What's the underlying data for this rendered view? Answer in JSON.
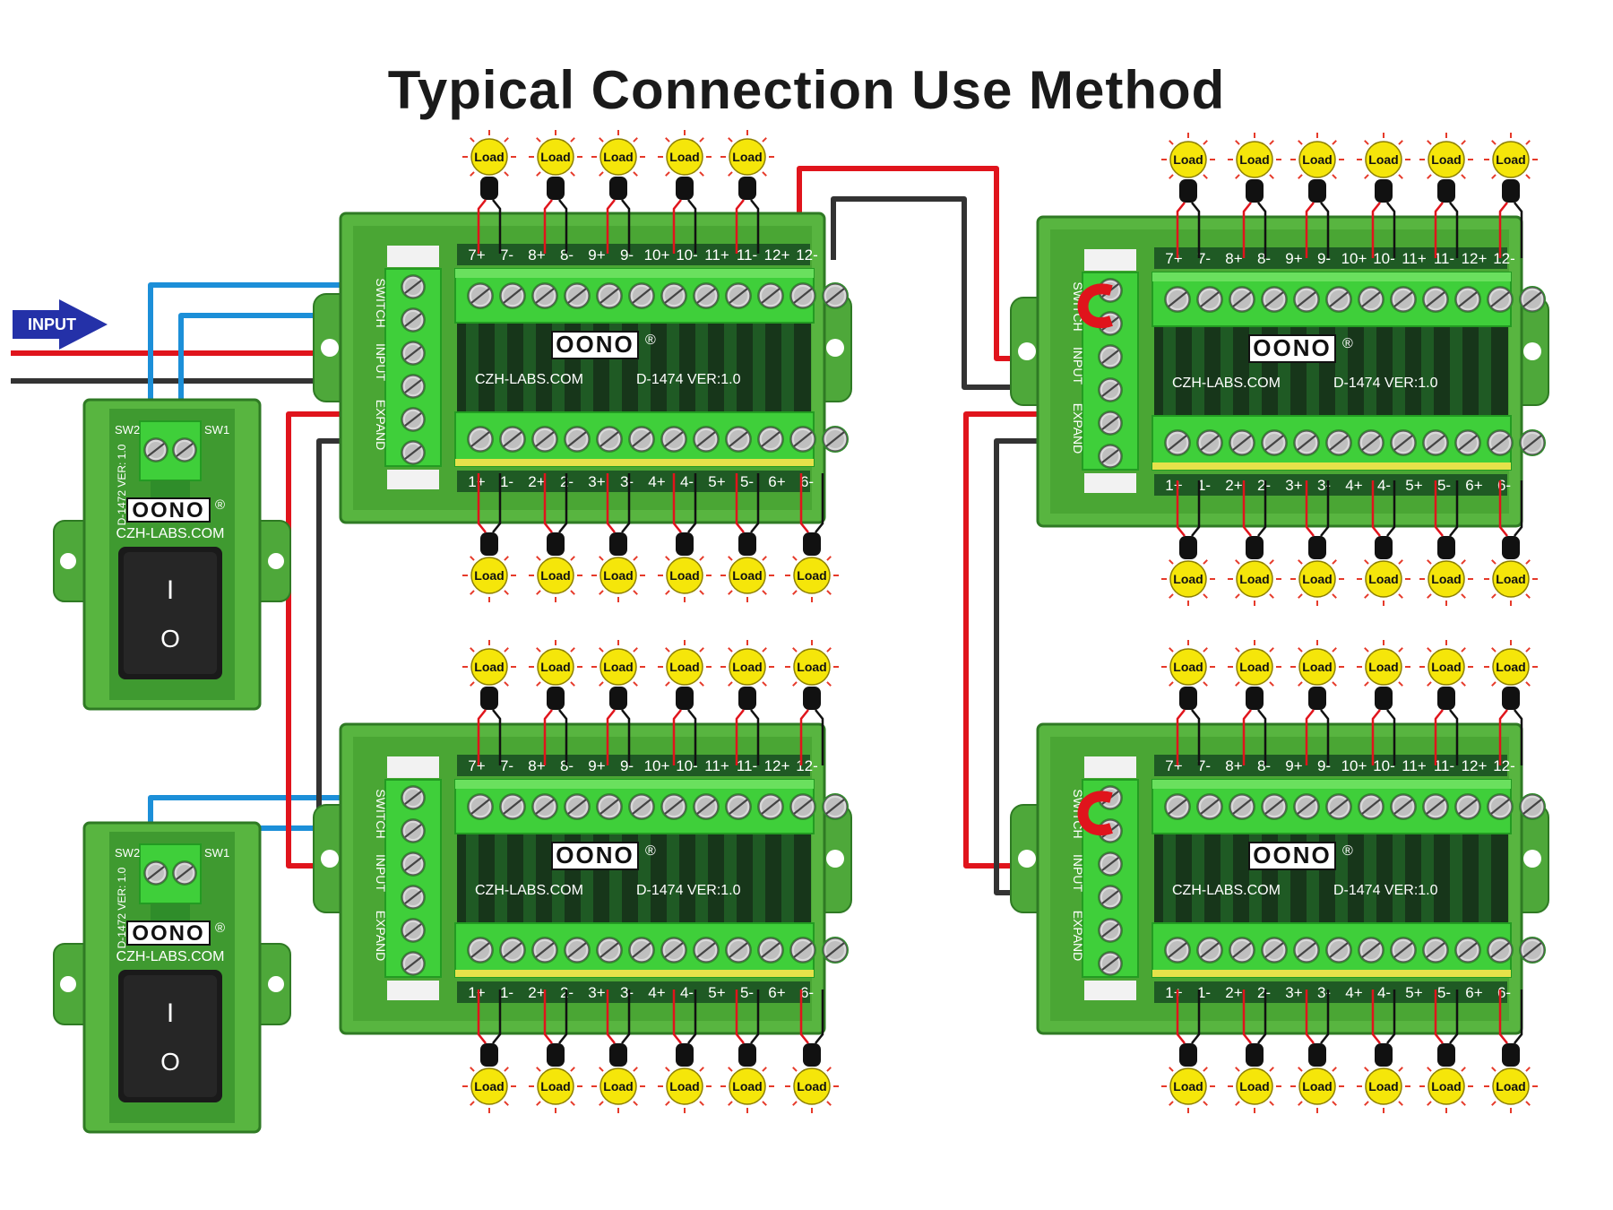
{
  "title": "Typical Connection Use Method",
  "input_label": "INPUT",
  "load_label": "Load",
  "brand": "OONO",
  "registered_mark": "®",
  "website": "CZH-LABS.COM",
  "board_model": "D-1474 VER:1.0",
  "switch_model": "D-1472 VER: 1.0",
  "switch_terminals": [
    "SW2",
    "SW1"
  ],
  "switch_on_symbol": "I",
  "switch_off_symbol": "O",
  "board_side_labels": [
    "SWITCH",
    "INPUT",
    "EXPAND"
  ],
  "top_row_terminals": [
    "7+",
    "7-",
    "8+",
    "8-",
    "9+",
    "9-",
    "10+",
    "10-",
    "11+",
    "11-",
    "12+",
    "12-"
  ],
  "bottom_row_terminals": [
    "1+",
    "1-",
    "2+",
    "2-",
    "3+",
    "3-",
    "4+",
    "4-",
    "5+",
    "5-",
    "6+",
    "6-"
  ],
  "boards": [
    "top-left",
    "bottom-left",
    "top-right",
    "bottom-right"
  ],
  "switches": [
    "upper-switch",
    "lower-switch"
  ],
  "colors": {
    "board_green": "#55b53e",
    "terminal_green": "#3fcf3a",
    "wire_red": "#e0141c",
    "wire_black": "#333333",
    "wire_blue": "#1c8fd8",
    "load_yellow": "#f5e60a",
    "arrow_blue": "#2431a8"
  }
}
